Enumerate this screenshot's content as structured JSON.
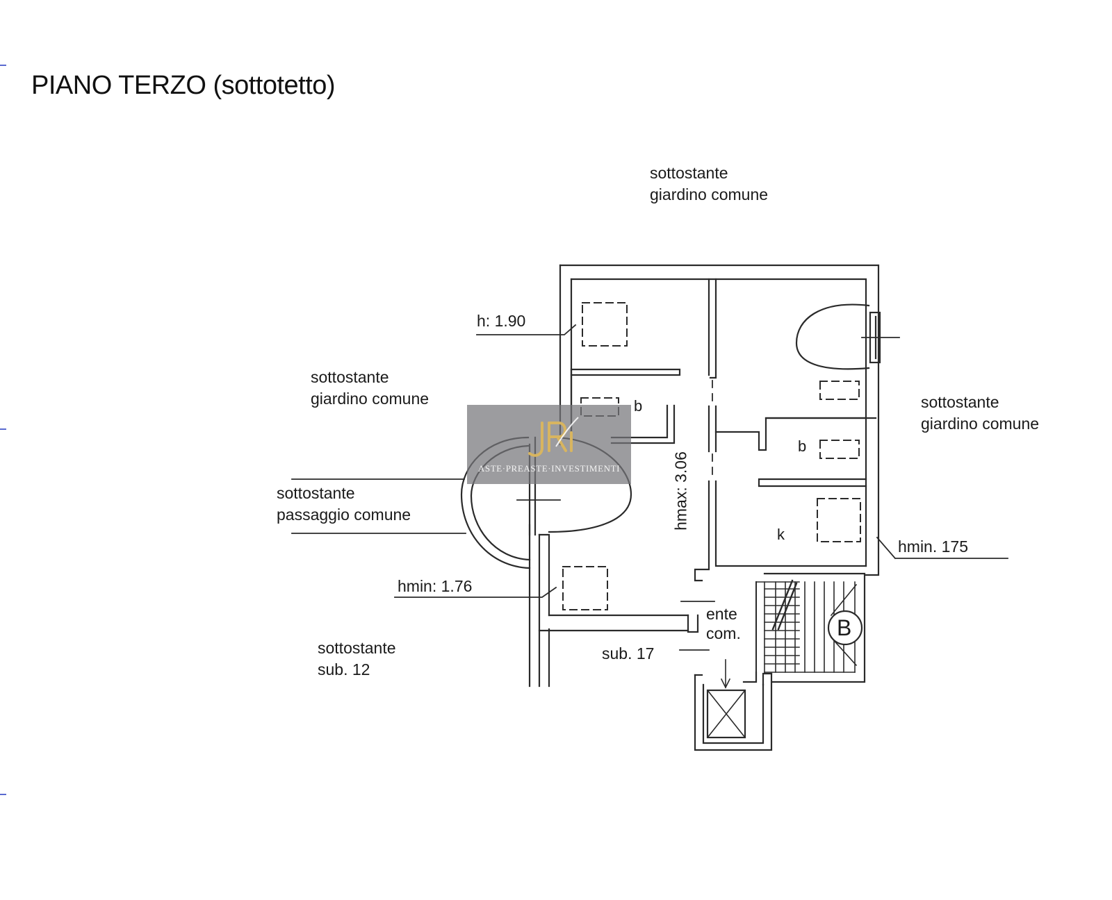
{
  "title": "PIANO TERZO (sottotetto)",
  "labels": {
    "top_giardino": [
      "sottostante",
      "giardino comune"
    ],
    "left_giardino": [
      "sottostante",
      "giardino comune"
    ],
    "right_giardino": [
      "sottostante",
      "giardino comune"
    ],
    "passaggio": [
      "sottostante",
      "passaggio comune"
    ],
    "sub12": [
      "sottostante",
      "sub. 12"
    ],
    "ente": [
      "ente",
      "com."
    ],
    "sub17": "sub. 17",
    "h190": "h: 1.90",
    "hmin176": "hmin: 1.76",
    "hmin175": "hmin. 175",
    "hmax": "hmax: 3.06"
  },
  "rooms": {
    "bath1": "b",
    "bath2": "b",
    "kitchen": "k",
    "stair_mark": "B"
  },
  "watermark": {
    "monogram": "JRi",
    "text": "ASTE·PREASTE·INVESTIMENTI",
    "color": "#c9a24a"
  }
}
